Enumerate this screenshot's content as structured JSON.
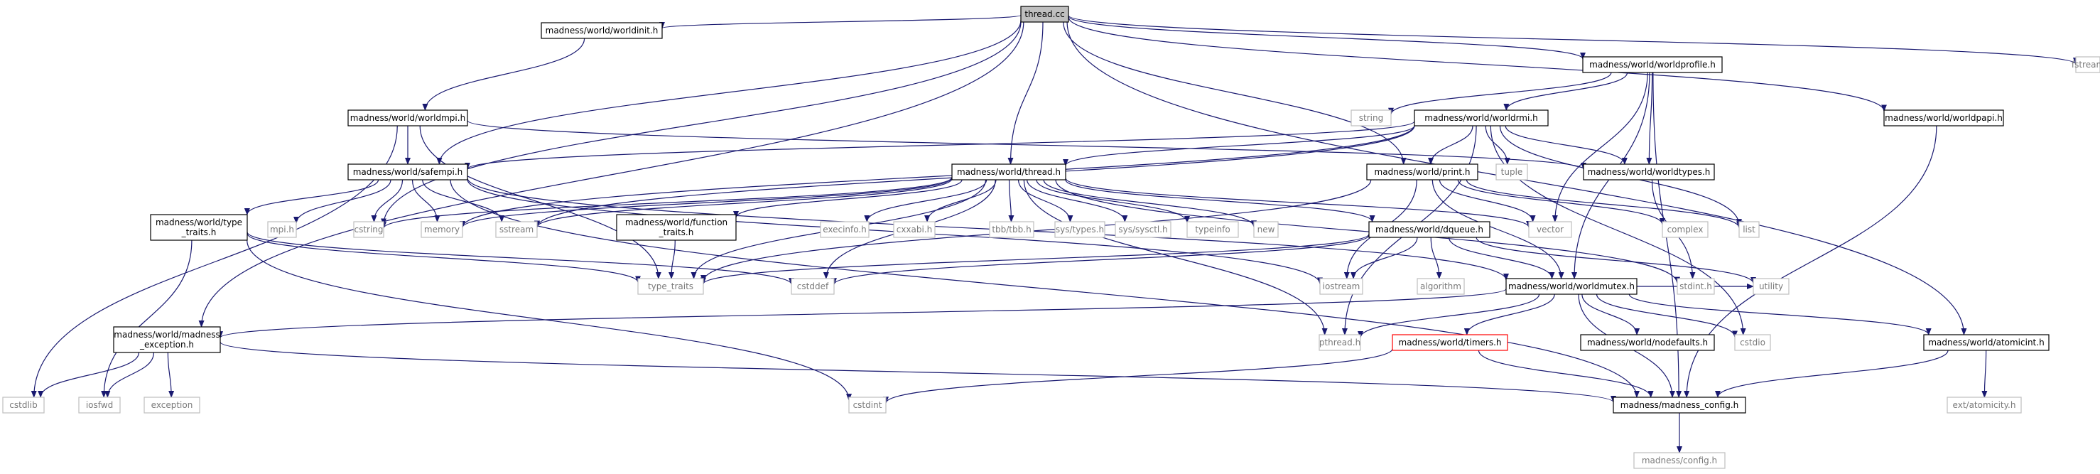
{
  "graph": {
    "title": "thread.cc",
    "nodes": [
      {
        "id": "thread_cc",
        "lines": [
          "thread.cc"
        ],
        "style": "root"
      },
      {
        "id": "worldinit",
        "lines": [
          "madness/world/worldinit.h"
        ],
        "style": "primary"
      },
      {
        "id": "worldprofile",
        "lines": [
          "madness/world/worldprofile.h"
        ],
        "style": "primary"
      },
      {
        "id": "fstream",
        "lines": [
          "fstream"
        ],
        "style": "external"
      },
      {
        "id": "worldmpi",
        "lines": [
          "madness/world/worldmpi.h"
        ],
        "style": "primary"
      },
      {
        "id": "string",
        "lines": [
          "string"
        ],
        "style": "external"
      },
      {
        "id": "worldrmi",
        "lines": [
          "madness/world/worldrmi.h"
        ],
        "style": "primary"
      },
      {
        "id": "worldpapi",
        "lines": [
          "madness/world/worldpapi.h"
        ],
        "style": "primary"
      },
      {
        "id": "safempi",
        "lines": [
          "madness/world/safempi.h"
        ],
        "style": "primary"
      },
      {
        "id": "thread_h",
        "lines": [
          "madness/world/thread.h"
        ],
        "style": "primary"
      },
      {
        "id": "print",
        "lines": [
          "madness/world/print.h"
        ],
        "style": "primary"
      },
      {
        "id": "tuple",
        "lines": [
          "tuple"
        ],
        "style": "external"
      },
      {
        "id": "worldtypes",
        "lines": [
          "madness/world/worldtypes.h"
        ],
        "style": "primary"
      },
      {
        "id": "type_traits_m",
        "lines": [
          "madness/world/type",
          "_traits.h"
        ],
        "style": "primary"
      },
      {
        "id": "mpi",
        "lines": [
          "mpi.h"
        ],
        "style": "external"
      },
      {
        "id": "cstring",
        "lines": [
          "cstring"
        ],
        "style": "external"
      },
      {
        "id": "memory",
        "lines": [
          "memory"
        ],
        "style": "external"
      },
      {
        "id": "sstream",
        "lines": [
          "sstream"
        ],
        "style": "external"
      },
      {
        "id": "function_traits",
        "lines": [
          "madness/world/function",
          "_traits.h"
        ],
        "style": "primary"
      },
      {
        "id": "execinfo",
        "lines": [
          "execinfo.h"
        ],
        "style": "external"
      },
      {
        "id": "cxxabi",
        "lines": [
          "cxxabi.h"
        ],
        "style": "external"
      },
      {
        "id": "tbb",
        "lines": [
          "tbb/tbb.h"
        ],
        "style": "external"
      },
      {
        "id": "systypes",
        "lines": [
          "sys/types.h"
        ],
        "style": "external"
      },
      {
        "id": "syssysctl",
        "lines": [
          "sys/sysctl.h"
        ],
        "style": "external"
      },
      {
        "id": "typeinfo",
        "lines": [
          "typeinfo"
        ],
        "style": "external"
      },
      {
        "id": "new",
        "lines": [
          "new"
        ],
        "style": "external"
      },
      {
        "id": "dqueue",
        "lines": [
          "madness/world/dqueue.h"
        ],
        "style": "primary"
      },
      {
        "id": "vector",
        "lines": [
          "vector"
        ],
        "style": "external"
      },
      {
        "id": "complex",
        "lines": [
          "complex"
        ],
        "style": "external"
      },
      {
        "id": "list",
        "lines": [
          "list"
        ],
        "style": "external"
      },
      {
        "id": "type_traits",
        "lines": [
          "type_traits"
        ],
        "style": "external"
      },
      {
        "id": "cstddef",
        "lines": [
          "cstddef"
        ],
        "style": "external"
      },
      {
        "id": "iostream",
        "lines": [
          "iostream"
        ],
        "style": "external"
      },
      {
        "id": "algorithm",
        "lines": [
          "algorithm"
        ],
        "style": "external"
      },
      {
        "id": "worldmutex",
        "lines": [
          "madness/world/worldmutex.h"
        ],
        "style": "primary"
      },
      {
        "id": "stdint",
        "lines": [
          "stdint.h"
        ],
        "style": "external"
      },
      {
        "id": "utility",
        "lines": [
          "utility"
        ],
        "style": "external"
      },
      {
        "id": "madness_exception",
        "lines": [
          "madness/world/madness",
          "_exception.h"
        ],
        "style": "primary"
      },
      {
        "id": "pthread",
        "lines": [
          "pthread.h"
        ],
        "style": "external"
      },
      {
        "id": "timers",
        "lines": [
          "madness/world/timers.h"
        ],
        "style": "highlight"
      },
      {
        "id": "nodefaults",
        "lines": [
          "madness/world/nodefaults.h"
        ],
        "style": "primary"
      },
      {
        "id": "cstdio",
        "lines": [
          "cstdio"
        ],
        "style": "external"
      },
      {
        "id": "atomicint",
        "lines": [
          "madness/world/atomicint.h"
        ],
        "style": "primary"
      },
      {
        "id": "cstdlib",
        "lines": [
          "cstdlib"
        ],
        "style": "external"
      },
      {
        "id": "iosfwd",
        "lines": [
          "iosfwd"
        ],
        "style": "external"
      },
      {
        "id": "exception",
        "lines": [
          "exception"
        ],
        "style": "external"
      },
      {
        "id": "cstdint",
        "lines": [
          "cstdint"
        ],
        "style": "external"
      },
      {
        "id": "madness_config",
        "lines": [
          "madness/madness_config.h"
        ],
        "style": "primary"
      },
      {
        "id": "atomicity",
        "lines": [
          "ext/atomicity.h"
        ],
        "style": "external"
      },
      {
        "id": "config",
        "lines": [
          "madness/config.h"
        ],
        "style": "external"
      }
    ],
    "edges": [
      [
        "thread_cc",
        "worldinit"
      ],
      [
        "thread_cc",
        "worldprofile"
      ],
      [
        "thread_cc",
        "fstream"
      ],
      [
        "thread_cc",
        "safempi"
      ],
      [
        "thread_cc",
        "thread_h"
      ],
      [
        "thread_cc",
        "print"
      ],
      [
        "thread_cc",
        "worldpapi"
      ],
      [
        "thread_cc",
        "cstring"
      ],
      [
        "thread_cc",
        "madness_exception"
      ],
      [
        "thread_cc",
        "atomicint"
      ],
      [
        "worldinit",
        "worldmpi"
      ],
      [
        "worldmpi",
        "safempi"
      ],
      [
        "worldmpi",
        "worldtypes"
      ],
      [
        "worldmpi",
        "cstdlib"
      ],
      [
        "worldmpi",
        "type_traits"
      ],
      [
        "worldprofile",
        "string"
      ],
      [
        "worldprofile",
        "worldrmi"
      ],
      [
        "worldprofile",
        "worldtypes"
      ],
      [
        "worldprofile",
        "madness_config"
      ],
      [
        "worldprofile",
        "worldmutex"
      ],
      [
        "worldprofile",
        "vector"
      ],
      [
        "worldpapi",
        "madness_config"
      ],
      [
        "worldrmi",
        "safempi"
      ],
      [
        "worldrmi",
        "thread_h"
      ],
      [
        "worldrmi",
        "print"
      ],
      [
        "worldrmi",
        "tuple"
      ],
      [
        "worldrmi",
        "worldtypes"
      ],
      [
        "worldrmi",
        "list"
      ],
      [
        "worldrmi",
        "cstdio"
      ],
      [
        "worldrmi",
        "memory"
      ],
      [
        "worldrmi",
        "sstream"
      ],
      [
        "worldrmi",
        "pthread"
      ],
      [
        "safempi",
        "type_traits_m"
      ],
      [
        "safempi",
        "mpi"
      ],
      [
        "safempi",
        "cstring"
      ],
      [
        "safempi",
        "memory"
      ],
      [
        "safempi",
        "sstream"
      ],
      [
        "safempi",
        "iostream"
      ],
      [
        "safempi",
        "worldmutex"
      ],
      [
        "safempi",
        "madness_config"
      ],
      [
        "thread_h",
        "function_traits"
      ],
      [
        "thread_h",
        "execinfo"
      ],
      [
        "thread_h",
        "cxxabi"
      ],
      [
        "thread_h",
        "tbb"
      ],
      [
        "thread_h",
        "systypes"
      ],
      [
        "thread_h",
        "syssysctl"
      ],
      [
        "thread_h",
        "typeinfo"
      ],
      [
        "thread_h",
        "new"
      ],
      [
        "thread_h",
        "dqueue"
      ],
      [
        "thread_h",
        "vector"
      ],
      [
        "thread_h",
        "type_traits"
      ],
      [
        "thread_h",
        "cstddef"
      ],
      [
        "thread_h",
        "cstring"
      ],
      [
        "thread_h",
        "sstream"
      ],
      [
        "thread_h",
        "memory"
      ],
      [
        "thread_h",
        "pthread"
      ],
      [
        "thread_h",
        "stdint"
      ],
      [
        "print",
        "vector"
      ],
      [
        "print",
        "complex"
      ],
      [
        "print",
        "list"
      ],
      [
        "print",
        "iostream"
      ],
      [
        "print",
        "type_traits"
      ],
      [
        "print",
        "worldmutex"
      ],
      [
        "worldtypes",
        "stdint"
      ],
      [
        "type_traits_m",
        "type_traits"
      ],
      [
        "type_traits_m",
        "cstddef"
      ],
      [
        "type_traits_m",
        "iosfwd"
      ],
      [
        "type_traits_m",
        "cstdint"
      ],
      [
        "function_traits",
        "type_traits"
      ],
      [
        "dqueue",
        "worldmutex"
      ],
      [
        "dqueue",
        "iostream"
      ],
      [
        "dqueue",
        "algorithm"
      ],
      [
        "dqueue",
        "utility"
      ],
      [
        "dqueue",
        "cstddef"
      ],
      [
        "dqueue",
        "type_traits"
      ],
      [
        "worldmutex",
        "madness_exception"
      ],
      [
        "worldmutex",
        "pthread"
      ],
      [
        "worldmutex",
        "timers"
      ],
      [
        "worldmutex",
        "nodefaults"
      ],
      [
        "worldmutex",
        "cstdio"
      ],
      [
        "worldmutex",
        "atomicint"
      ],
      [
        "worldmutex",
        "madness_config"
      ],
      [
        "worldmutex",
        "utility"
      ],
      [
        "madness_exception",
        "cstdlib"
      ],
      [
        "madness_exception",
        "iosfwd"
      ],
      [
        "madness_exception",
        "exception"
      ],
      [
        "madness_exception",
        "madness_config"
      ],
      [
        "timers",
        "cstdint"
      ],
      [
        "timers",
        "madness_config"
      ],
      [
        "atomicint",
        "madness_config"
      ],
      [
        "atomicint",
        "atomicity"
      ],
      [
        "madness_config",
        "config"
      ]
    ]
  }
}
